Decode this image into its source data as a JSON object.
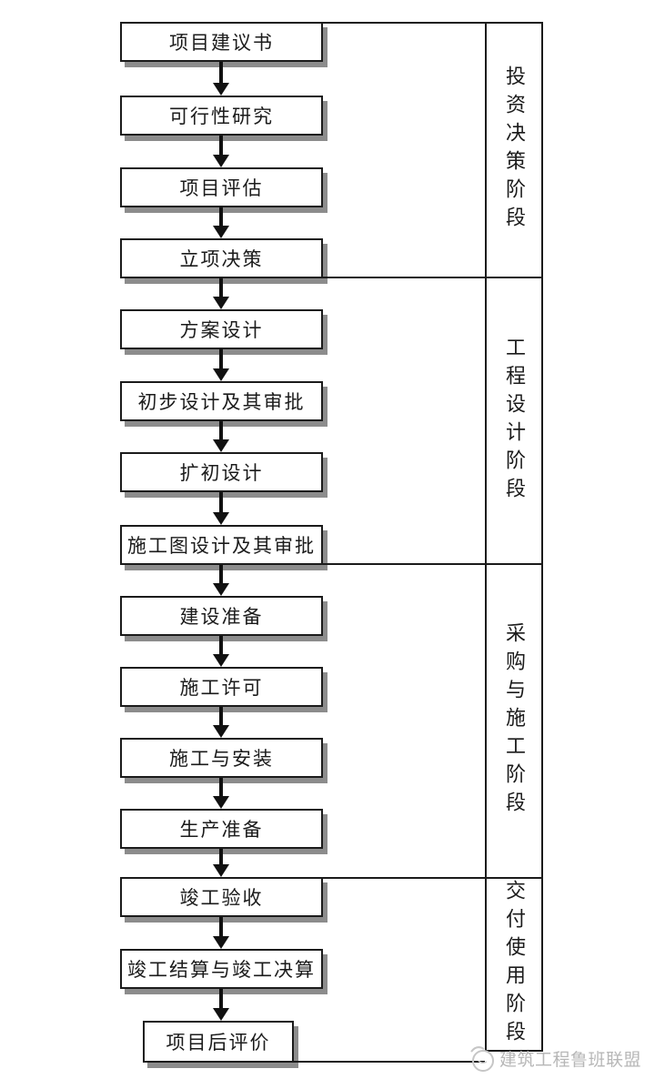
{
  "flow": {
    "boxes": [
      {
        "label": "项目建议书"
      },
      {
        "label": "可行性研究"
      },
      {
        "label": "项目评估"
      },
      {
        "label": "立项决策"
      },
      {
        "label": "方案设计"
      },
      {
        "label": "初步设计及其审批"
      },
      {
        "label": "扩初设计"
      },
      {
        "label": "施工图设计及其审批"
      },
      {
        "label": "建设准备"
      },
      {
        "label": "施工许可"
      },
      {
        "label": "施工与安装"
      },
      {
        "label": "生产准备"
      },
      {
        "label": "竣工验收"
      },
      {
        "label": "竣工结算与竣工决算"
      },
      {
        "label": "项目后评价"
      }
    ]
  },
  "sections": [
    {
      "label": "投资决策阶段"
    },
    {
      "label": "工程设计阶段"
    },
    {
      "label": "采购与施工阶段"
    },
    {
      "label": "交付使用阶段"
    }
  ],
  "watermark": {
    "text": "建筑工程鲁班联盟",
    "logo": "luban-logo"
  },
  "colors": {
    "line": "#1b1b1b",
    "arrow": "#111111",
    "box_shadow": "#8c8c8c",
    "watermark": "#b7b7b7",
    "background": "#ffffff"
  }
}
